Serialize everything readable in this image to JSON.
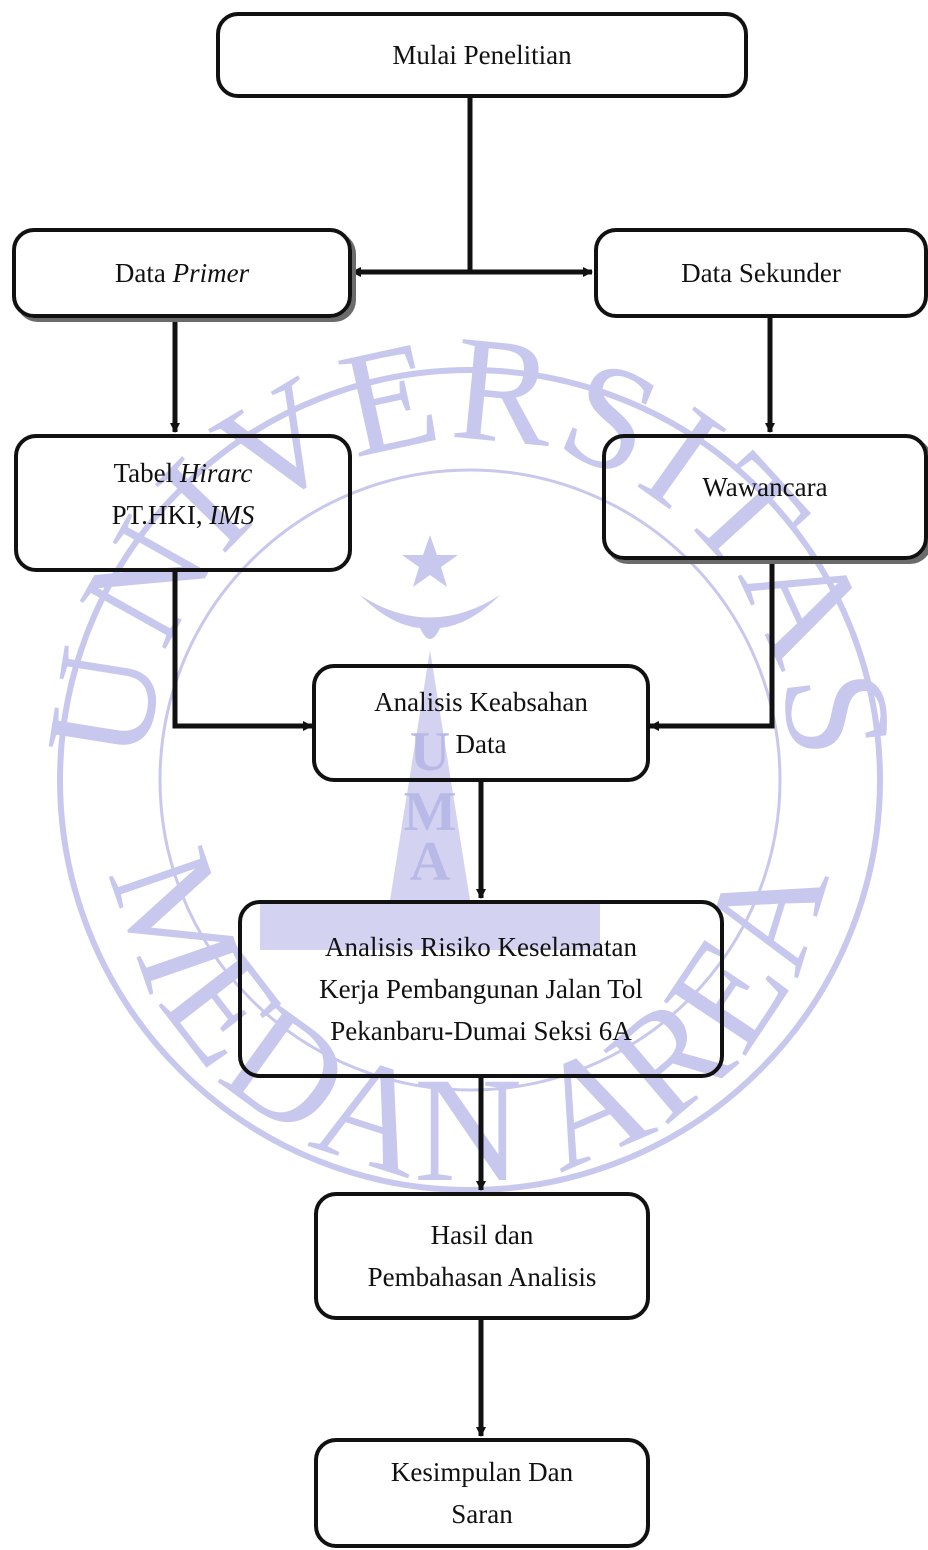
{
  "watermark": {
    "arc_top": "UNIVERSITAS",
    "arc_bottom": "MEDAN AREA",
    "center": [
      "U",
      "M",
      "A"
    ]
  },
  "nodes": {
    "start": {
      "line1": "Mulai Penelitian"
    },
    "primary": {
      "prefix": "Data ",
      "italic": "Primer"
    },
    "secondary": {
      "line1": "Data Sekunder"
    },
    "hirarc": {
      "l1_prefix": "Tabel ",
      "l1_italic": "Hirarc",
      "l2_prefix": "PT.HKI, ",
      "l2_italic": "IMS"
    },
    "interview": {
      "line1": "Wawancara"
    },
    "validity": {
      "line1": "Analisis Keabsahan",
      "line2": "Data"
    },
    "risk": {
      "line1": "Analisis Risiko Keselamatan",
      "line2": "Kerja Pembangunan Jalan Tol",
      "line3": "Pekanbaru-Dumai Seksi 6A"
    },
    "results": {
      "line1": "Hasil dan",
      "line2": "Pembahasan Analisis"
    },
    "conclusion": {
      "line1": "Kesimpulan Dan",
      "line2": "Saran"
    }
  },
  "colors": {
    "stroke": "#111111",
    "watermark": "#c8c8ee"
  }
}
